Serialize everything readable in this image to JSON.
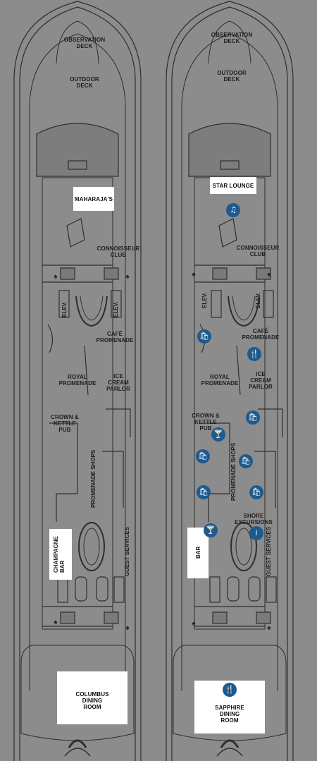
{
  "left_deck": {
    "observation": "OBSERVATION\nDECK",
    "outdoor": "OUTDOOR\nDECK",
    "maharajas": "MAHARAJA'S",
    "connoisseur": "CONNOISSEUR\nCLUB",
    "elev": "ELEV.",
    "cafe": "CAFÉ\nPROMENADE",
    "royal": "ROYAL\nPROMENADE",
    "ice": "ICE\nCREAM\nPARLOR",
    "crown": "CROWN &\nKETTLE\nPUB",
    "shops": "PROMENADE SHOPS",
    "champagne": "CHAMPAGNE\nBAR",
    "guest": "GUEST SERVICES",
    "dining": "COLUMBUS\nDINING\nROOM"
  },
  "right_deck": {
    "observation": "OBSERVATION\nDECK",
    "outdoor": "OUTDOOR\nDECK",
    "star": "STAR LOUNGE",
    "connoisseur": "CONNOISSEUR\nCLUB",
    "elev": "ELEV.",
    "cafe": "CAFÉ\nPROMENADE",
    "royal": "ROYAL\nPROMENADE",
    "ice": "ICE\nCREAM\nPARLOR",
    "crown": "CROWN &\nKETTLE\nPUB",
    "shops": "PROMENADE SHOPS",
    "shore": "SHORE\nEXCURSIONS",
    "bar": "BAR",
    "guest": "GUEST SERVICES",
    "dining": "SAPPHIRE\nDINING\nROOM"
  },
  "icons": {
    "entertainment": "music-mask-icon",
    "shop": "shopping-bag-icon",
    "dining": "fork-knife-icon",
    "bar": "cocktail-icon",
    "info": "info-icon",
    "restroom": "restroom-icon"
  },
  "colors": {
    "background": "#8c8c8c",
    "icon_blue": "#1d5a8e",
    "label_box": "#ffffff"
  }
}
